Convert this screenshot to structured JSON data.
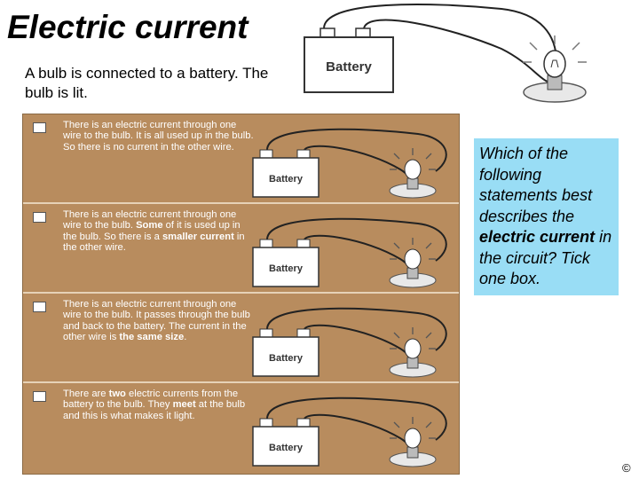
{
  "title": "Electric current",
  "intro": "A bulb is connected to a battery. The bulb is lit.",
  "battery_label": "Battery",
  "options": [
    {
      "parts": [
        {
          "text": "There is an electric current through one wire to the bulb. It is all used up in the bulb. So there is no current in the other wire.",
          "bold": false
        }
      ]
    },
    {
      "parts": [
        {
          "text": "There is an electric current through one wire to the bulb. ",
          "bold": false
        },
        {
          "text": "Some",
          "bold": true
        },
        {
          "text": " of it is used up in the bulb. So there is a ",
          "bold": false
        },
        {
          "text": "smaller current",
          "bold": true
        },
        {
          "text": " in the other wire.",
          "bold": false
        }
      ]
    },
    {
      "parts": [
        {
          "text": "There is an electric current through one wire to the bulb. It passes through the bulb and back to the battery. The current in the other wire is ",
          "bold": false
        },
        {
          "text": "the same size",
          "bold": true
        },
        {
          "text": ".",
          "bold": false
        }
      ]
    },
    {
      "parts": [
        {
          "text": "There are ",
          "bold": false
        },
        {
          "text": "two",
          "bold": true
        },
        {
          "text": " electric currents from the battery to the bulb. They ",
          "bold": false
        },
        {
          "text": "meet",
          "bold": true
        },
        {
          "text": " at the bulb and this is what makes it light.",
          "bold": false
        }
      ]
    }
  ],
  "question": {
    "parts": [
      {
        "text": "Which of the following statements best describes the ",
        "bold": false
      },
      {
        "text": "electric current",
        "bold": true
      },
      {
        "text": " in the circuit? Tick one box.",
        "bold": false
      }
    ]
  },
  "copyright": "©"
}
